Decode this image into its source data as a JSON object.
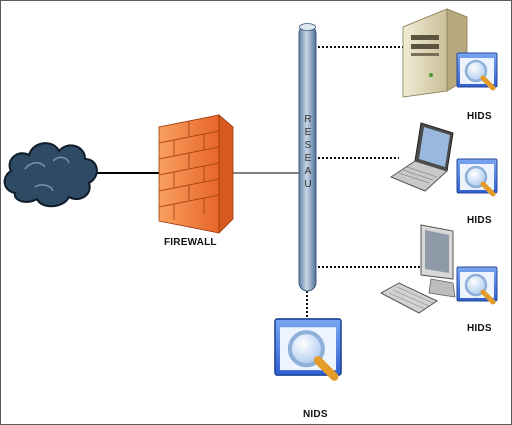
{
  "diagram": {
    "network_bus": {
      "label": "RESEAU"
    },
    "firewall": {
      "label": "FIREWALL"
    },
    "internet_cloud": {
      "label": ""
    },
    "hosts": [
      {
        "type": "server",
        "agent_label": "HIDS"
      },
      {
        "type": "laptop",
        "agent_label": "HIDS"
      },
      {
        "type": "desktop",
        "agent_label": "HIDS"
      }
    ],
    "nids": {
      "label": "NIDS"
    },
    "colors": {
      "firewall": "#f07a32",
      "bus": "#8aa4c4",
      "cloud": "#2f4a64",
      "monitor_window": "#3a6fd6",
      "magnifier_handle": "#e59b2a"
    }
  }
}
